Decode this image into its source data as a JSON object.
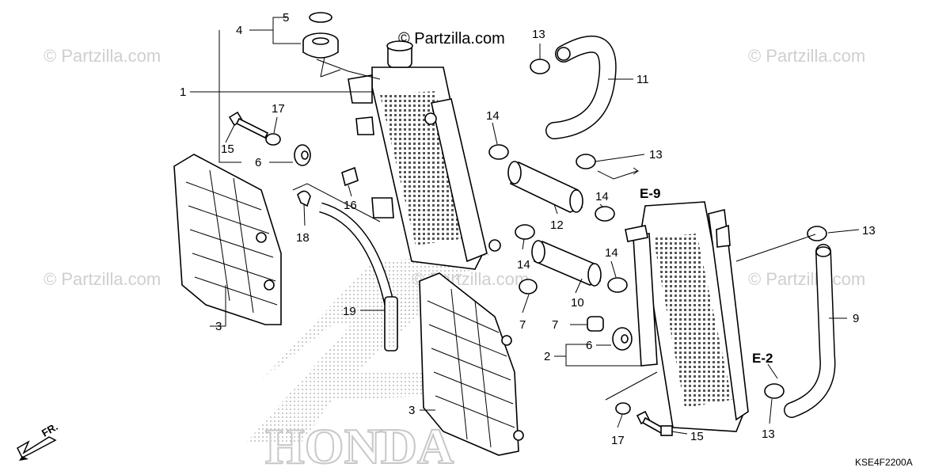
{
  "diagram": {
    "site_header": "© Partzilla.com",
    "watermarks": [
      "© Partzilla.com",
      "© Partzilla.com",
      "© Partzilla.com",
      "© Partzilla.com",
      "© Partzilla.com"
    ],
    "background_brand": "HONDA",
    "direction_label": "FR.",
    "diagram_code": "KSE4F2200A",
    "refs": {
      "e9": "E-9",
      "e2": "E-2"
    },
    "callouts": {
      "c1": "1",
      "c2": "2",
      "c3a": "3",
      "c3b": "3",
      "c4": "4",
      "c5": "5",
      "c6a": "6",
      "c6b": "6",
      "c7a": "7",
      "c7b": "7",
      "c9": "9",
      "c10": "10",
      "c11": "11",
      "c12": "12",
      "c13a": "13",
      "c13b": "13",
      "c13c": "13",
      "c13d": "13",
      "c14a": "14",
      "c14b": "14",
      "c14c": "14",
      "c14d": "14",
      "c15a": "15",
      "c15b": "15",
      "c16": "16",
      "c17a": "17",
      "c17b": "17",
      "c18": "18",
      "c19": "19"
    }
  }
}
